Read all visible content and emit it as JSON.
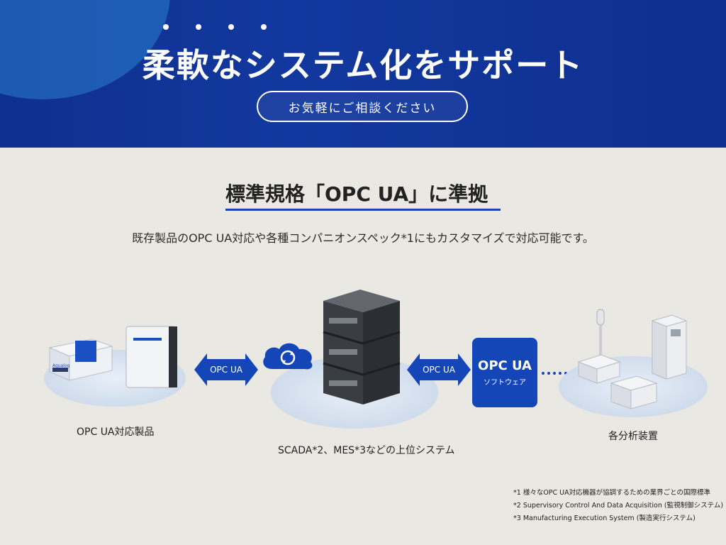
{
  "header": {
    "title": "柔軟なシステム化をサポート",
    "consult_button": "お気軽にご相談ください"
  },
  "section": {
    "title": "標準規格「OPC UA」に準拠",
    "description": "既存製品のOPC UA対応や各種コンパニオンスペック*1にもカスタマイズで対応可能です。"
  },
  "diagram": {
    "left_label": "OPC UA対応製品",
    "center_label": "SCADA*2、MES*3などの上位システム",
    "right_label": "各分析装置",
    "arrow_left_label": "OPC UA",
    "arrow_right_label": "OPC UA",
    "software_title": "OPC UA",
    "software_subtitle": "ソフトウェア",
    "product_brand": "Aqualog"
  },
  "footnotes": [
    "*1 様々なOPC UA対応機器が協調するための業界ごとの国際標準",
    "*2 Supervisory Control And Data Acquisition (監視制御システム)",
    "*3 Manufacturing Execution System (製造実行システム)"
  ],
  "colors": {
    "brand_blue": "#0f2f8e",
    "accent_blue": "#1546b8",
    "panel_bg": "#e9e8e2"
  }
}
